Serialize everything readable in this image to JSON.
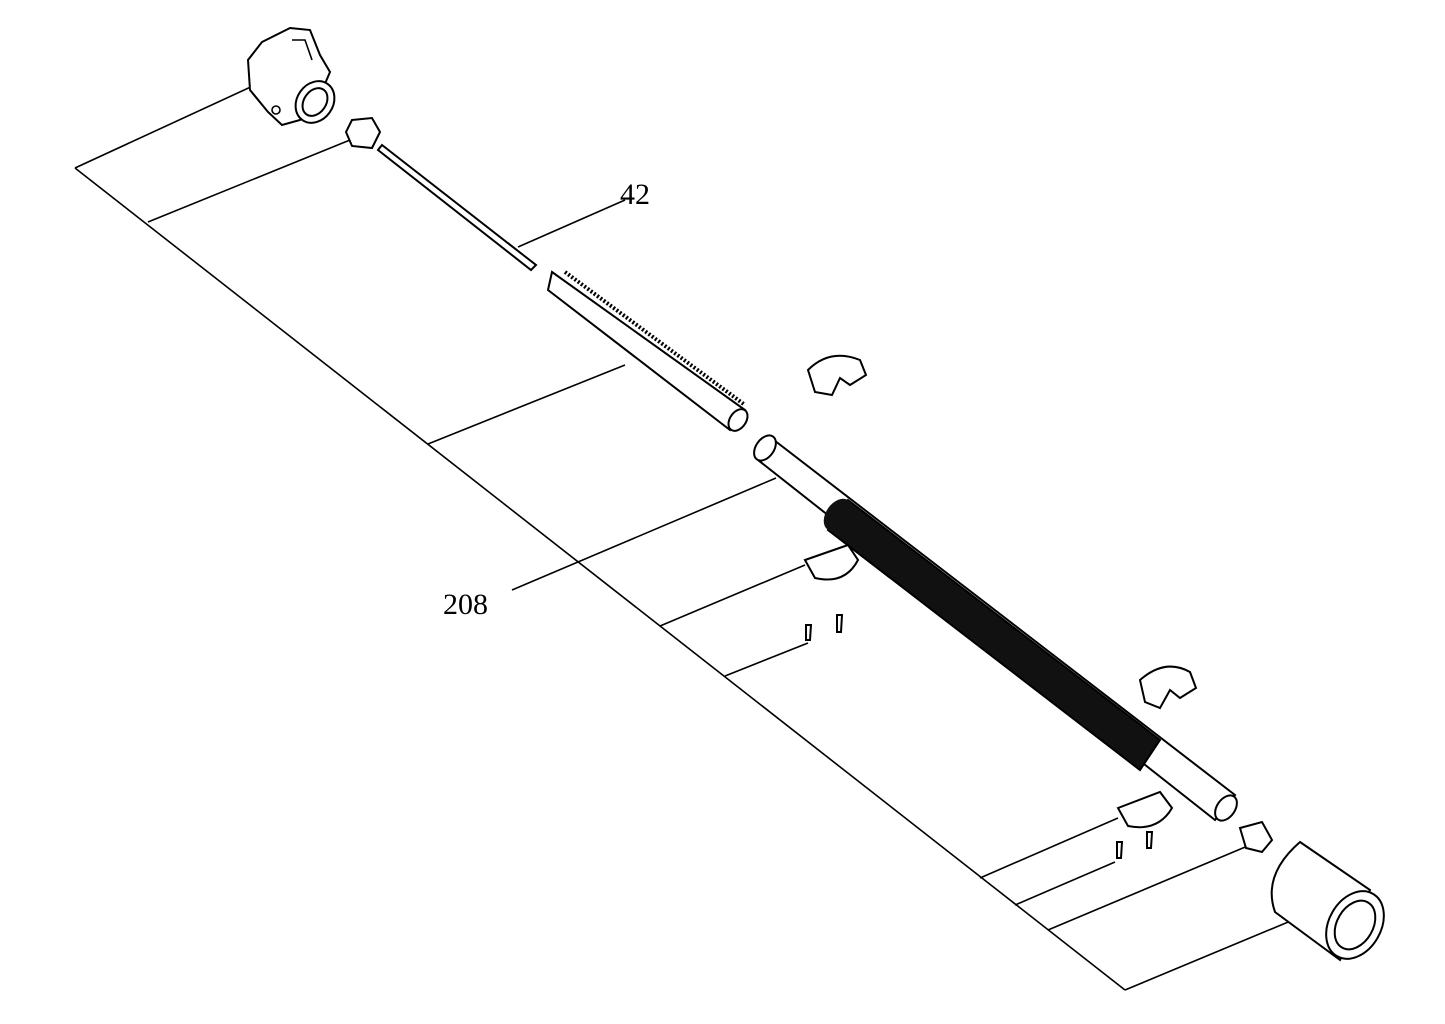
{
  "diagram": {
    "labels": [
      {
        "id": "part-42",
        "text": "42"
      },
      {
        "id": "part-208",
        "text": "208"
      }
    ],
    "colors": {
      "line": "#000000",
      "background": "#ffffff",
      "grip": "#111111"
    }
  }
}
